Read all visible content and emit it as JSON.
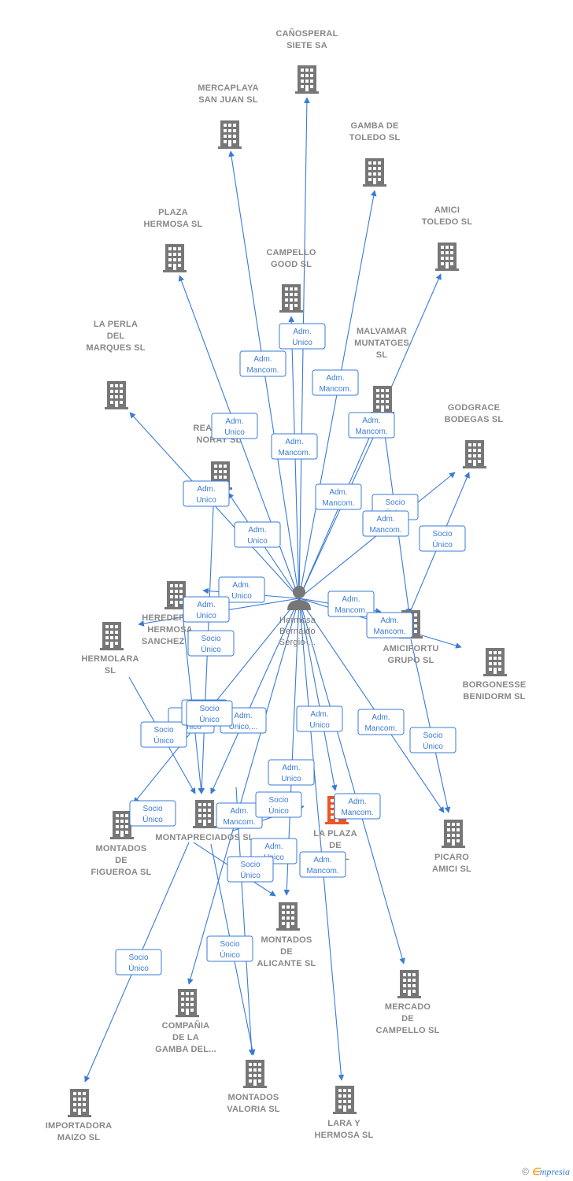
{
  "colors": {
    "edge": "#3a7bd5",
    "building": "#777777",
    "highlight": "#e8572a",
    "label": "#888888"
  },
  "center": {
    "label_lines": [
      "Hermosa",
      "Bernaldo",
      "Sergio-..."
    ],
    "icon": "person-icon"
  },
  "nodes": [
    {
      "id": "canosperal",
      "label": [
        "CAÑOSPERAL",
        "SIETE SA"
      ]
    },
    {
      "id": "mercaplaya",
      "label": [
        "MERCAPLAYA",
        "SAN JUAN  SL"
      ]
    },
    {
      "id": "gamba_toledo",
      "label": [
        "GAMBA DE",
        "TOLEDO SL"
      ]
    },
    {
      "id": "amici_toledo",
      "label": [
        "AMICI",
        "TOLEDO  SL"
      ]
    },
    {
      "id": "plaza_hermosa",
      "label": [
        "PLAZA",
        "HERMOSA SL"
      ]
    },
    {
      "id": "campello_good",
      "label": [
        "CAMPELLO",
        "GOOD  SL"
      ]
    },
    {
      "id": "la_perla",
      "label": [
        "LA PERLA",
        "DEL",
        "MARQUES  SL"
      ]
    },
    {
      "id": "malvamar",
      "label": [
        "MALVAMAR",
        "MUNTATGES",
        "SL"
      ]
    },
    {
      "id": "godgrace",
      "label": [
        "GODGRACE",
        "BODEGAS  SL"
      ]
    },
    {
      "id": "real_club",
      "label": [
        "REAL CLUB",
        "NORAY  SL"
      ]
    },
    {
      "id": "herederos",
      "label": [
        "HEREDEROS",
        "HERMOSA",
        "SANCHEZ  SL"
      ]
    },
    {
      "id": "hermolara",
      "label": [
        "HERMOLARA",
        "SL"
      ]
    },
    {
      "id": "amicifortu",
      "label": [
        "AMICIFORTU",
        "GRUPO  SL"
      ]
    },
    {
      "id": "borgonesse",
      "label": [
        "BORGONESSE",
        "BENIDORM  SL"
      ]
    },
    {
      "id": "montados_figueroa",
      "label": [
        "MONTADOS",
        "DE",
        "FIGUEROA SL"
      ]
    },
    {
      "id": "montapreciados",
      "label": [
        "MONTAPRECIADOS SL"
      ]
    },
    {
      "id": "la_plaza",
      "label": [
        "LA PLAZA",
        "DE",
        "...O  SL"
      ],
      "highlight": true
    },
    {
      "id": "picaro",
      "label": [
        "PICARO",
        "AMICI  SL"
      ]
    },
    {
      "id": "montados_alicante",
      "label": [
        "MONTADOS",
        "DE",
        "ALICANTE  SL"
      ]
    },
    {
      "id": "mercado_campello",
      "label": [
        "MERCADO",
        "DE",
        "CAMPELLO  SL"
      ]
    },
    {
      "id": "compania_gamba",
      "label": [
        "COMPAÑIA",
        "DE LA",
        "GAMBA DEL..."
      ]
    },
    {
      "id": "montados_valoria",
      "label": [
        "MONTADOS",
        "VALORIA  SL"
      ]
    },
    {
      "id": "lara_hermosa",
      "label": [
        "LARA Y",
        "HERMOSA SL"
      ]
    },
    {
      "id": "importadora",
      "label": [
        "IMPORTADORA",
        "MAIZO  SL"
      ]
    }
  ],
  "edge_labels": [
    [
      "Adm.",
      "Unico"
    ],
    [
      "Adm.",
      "Mancom."
    ],
    [
      "Adm.",
      "Mancom."
    ],
    [
      "Adm.",
      "Mancom."
    ],
    [
      "Adm.",
      "Unico"
    ],
    [
      "Adm.",
      "Mancom."
    ],
    [
      "Adm.",
      "Unico"
    ],
    [
      "Adm.",
      "Mancom."
    ],
    [
      "Socio",
      "Único"
    ],
    [
      "Adm.",
      "Mancom."
    ],
    [
      "Adm.",
      "Unico"
    ],
    [
      "Adm.",
      "Unico"
    ],
    [
      "Socio",
      "Único"
    ],
    [
      "Adm.",
      "Mancom."
    ],
    [
      "Adm.",
      "Unico"
    ],
    [
      "Adm.",
      "Mancom."
    ],
    [
      "Socio",
      "Único"
    ],
    [
      "Socio",
      "Único"
    ],
    [
      "Socio",
      "Único"
    ],
    [
      "Adm.",
      "Unico,..."
    ],
    [
      "Adm.",
      "Unico"
    ],
    [
      "Adm.",
      "Mancom."
    ],
    [
      "Socio",
      "Único"
    ],
    [
      "Adm.",
      "Unico"
    ],
    [
      "Adm.",
      "Mancom."
    ],
    [
      "Socio",
      "Único"
    ],
    [
      "Adm.",
      "Mancom."
    ],
    [
      "Socio",
      "Único"
    ],
    [
      "Adm.",
      "Unico"
    ],
    [
      "Adm.",
      "Mancom."
    ],
    [
      "Socio",
      "Único"
    ],
    [
      "Socio",
      "Único"
    ],
    [
      "Socio",
      "Único"
    ],
    [
      "Adm.",
      "Unico"
    ],
    [
      "Socio",
      "Único"
    ]
  ],
  "footer": {
    "copyright": "©",
    "brand_e": "∈",
    "brand_rest": "mpresia"
  }
}
